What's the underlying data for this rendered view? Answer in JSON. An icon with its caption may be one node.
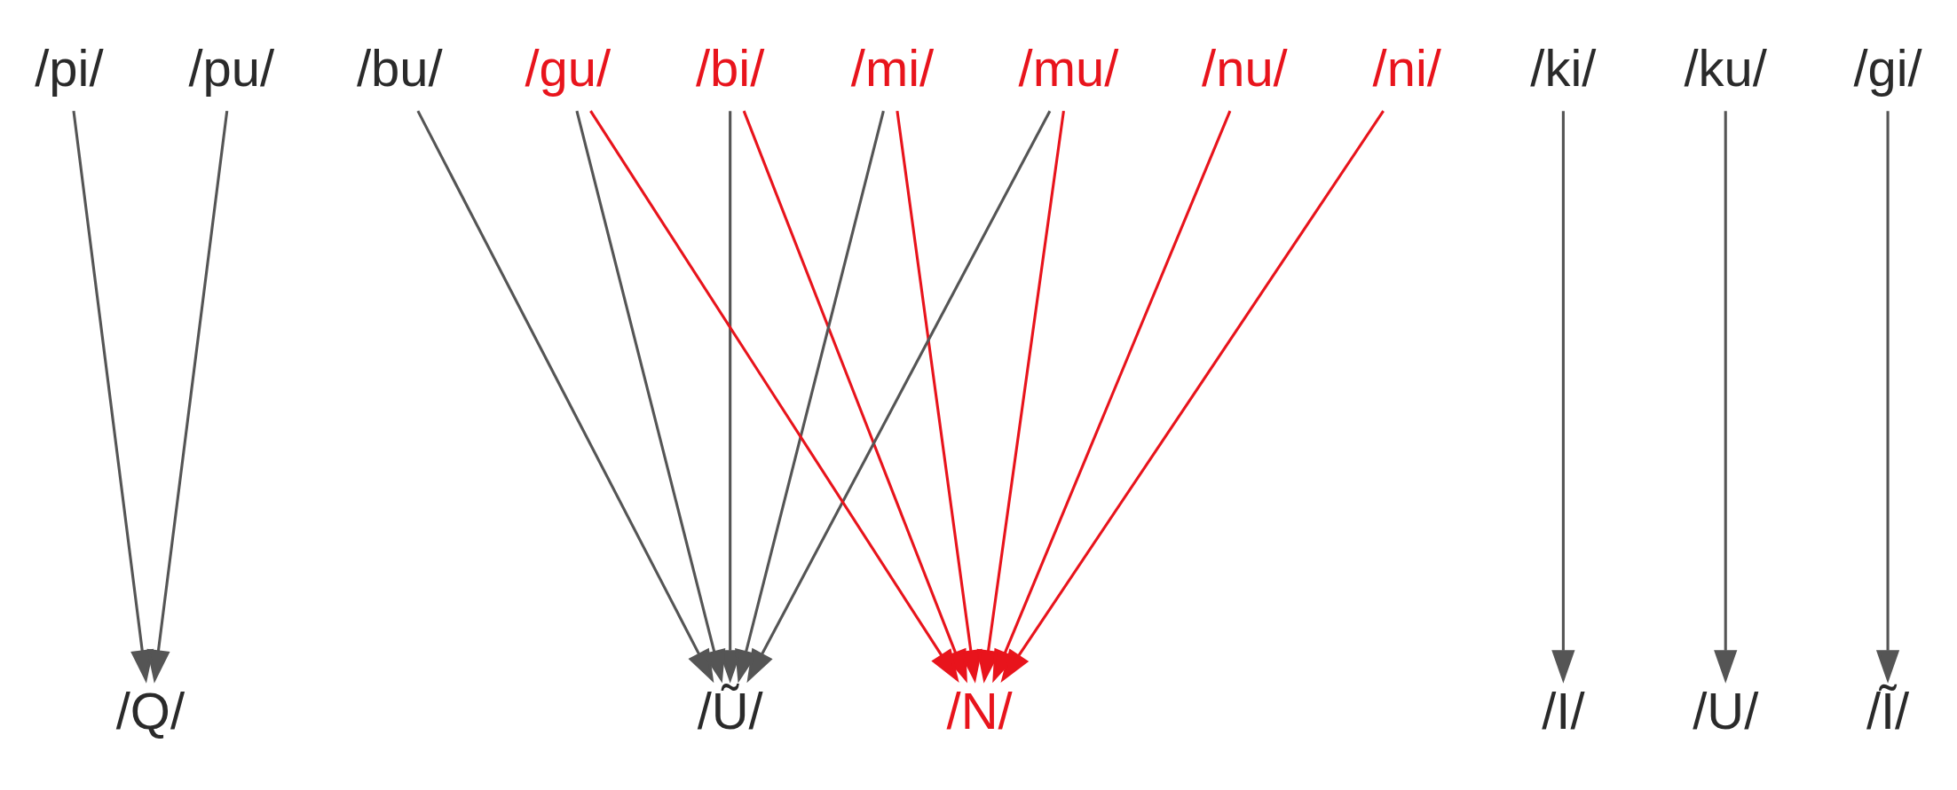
{
  "diagram": {
    "nodes": [
      {
        "text": [
          "/pi/"
        ]
      },
      {
        "text": [
          "/pu/"
        ]
      },
      {
        "text": [
          "/bi/"
        ]
      },
      {
        "text": [
          "/bu/"
        ]
      },
      {
        "text": [
          "/mi/"
        ]
      },
      {
        "text": [
          "/mu/"
        ]
      },
      {
        "text": [
          "/ni/"
        ]
      },
      {
        "text": [
          "/nu/"
        ]
      },
      {
        "text": [
          "/ki/"
        ]
      },
      {
        "text": [
          "/ku/"
        ]
      },
      {
        "text": [
          "/gi/"
        ]
      },
      {
        "text": [
          "/gu/"
        ]
      },
      {
        "text": [
          "/Q/"
        ]
      },
      {
        "text": [
          "/Ĩ/"
        ]
      },
      {
        "text": [
          "/Ũ/"
        ]
      },
      {
        "text": [
          "/N/"
        ]
      },
      {
        "text": [
          "/I/"
        ]
      },
      {
        "text": [
          "/U/"
        ]
      }
    ],
    "edges": [
      {
        "from": 0,
        "to": 12,
        "arrow": "to"
      },
      {
        "from": 1,
        "to": 12,
        "arrow": "to"
      },
      {
        "from": 2,
        "to": 14,
        "arrow": "to"
      },
      {
        "from": 2,
        "to": 15,
        "arrow": "to",
        "color": "#e8141c"
      },
      {
        "from": 3,
        "to": 14,
        "arrow": "to"
      },
      {
        "from": 4,
        "to": 14,
        "arrow": "to"
      },
      {
        "from": 4,
        "to": 15,
        "arrow": "to",
        "color": "#e8141c"
      },
      {
        "from": 5,
        "to": 14,
        "arrow": "to"
      },
      {
        "from": 5,
        "to": 15,
        "arrow": "to",
        "color": "#e8141c"
      },
      {
        "from": 6,
        "to": 15,
        "arrow": "to",
        "color": "#e8141c"
      },
      {
        "from": 7,
        "to": 15,
        "arrow": "to",
        "color": "#e8141c"
      },
      {
        "from": 8,
        "to": 16,
        "arrow": "to"
      },
      {
        "from": 9,
        "to": 17,
        "arrow": "to"
      },
      {
        "from": 10,
        "to": 13,
        "arrow": "to"
      },
      {
        "from": 11,
        "to": 14,
        "arrow": "to"
      },
      {
        "from": 11,
        "to": 15,
        "arrow": "to",
        "color": "#e8141c"
      }
    ]
  }
}
